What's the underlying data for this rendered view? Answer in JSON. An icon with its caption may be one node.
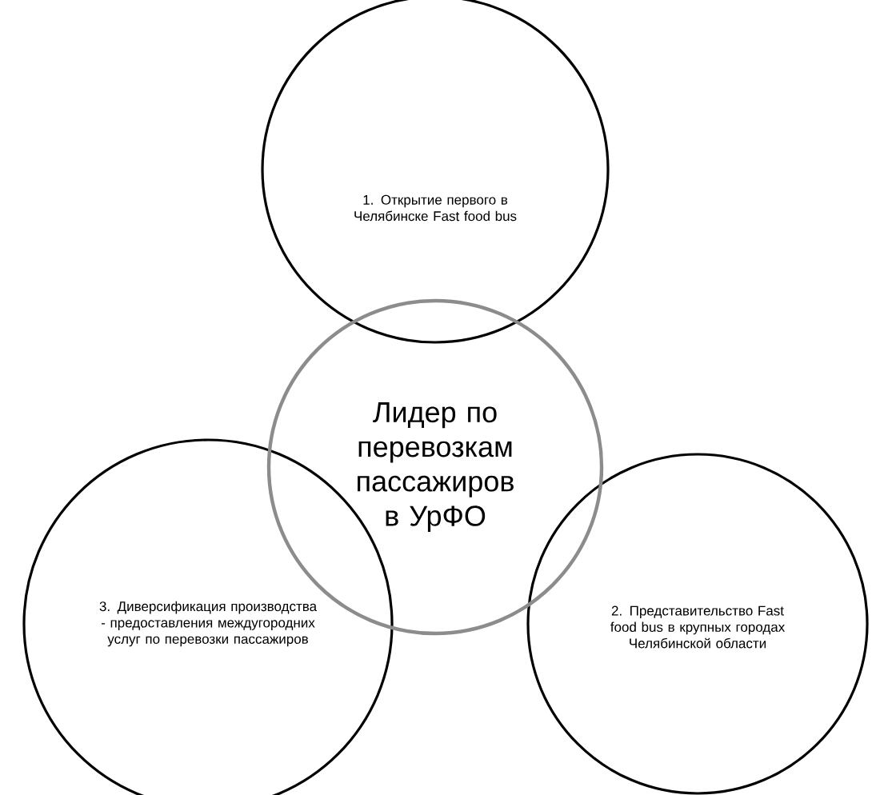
{
  "diagram": {
    "nodes": [
      {
        "text": [
          "1. Открытие первого в Челябинске Fast food bus"
        ]
      },
      {
        "text": [
          "Лидер по перевозкам пассажиров в УрФО"
        ]
      },
      {
        "text": [
          "3. Диверсификация производства - предоставления междугородних услуг по перевозки пассажиров"
        ]
      },
      {
        "text": [
          "2. Представительство Fast food bus в крупных городах Челябинской области"
        ]
      }
    ]
  }
}
